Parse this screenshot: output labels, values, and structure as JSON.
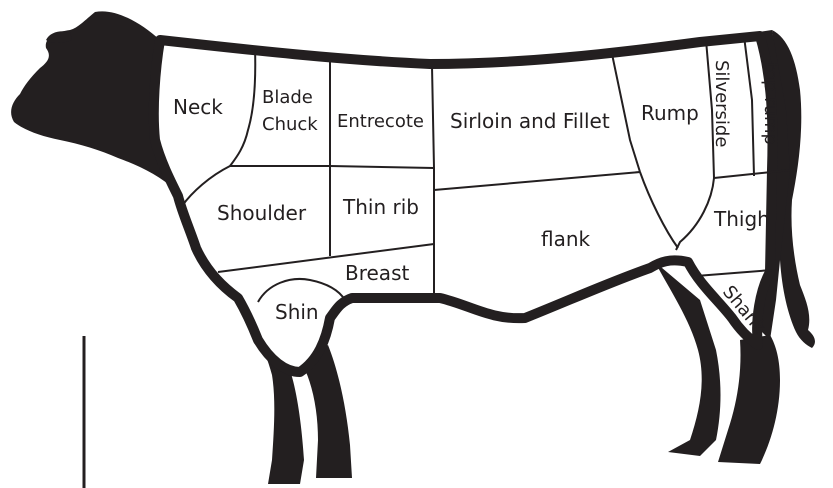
{
  "diagram": {
    "cuts": {
      "neck": "Neck",
      "blade_chuck_line1": "Blade",
      "blade_chuck_line2": "Chuck",
      "entrecote": "Entrecote",
      "sirloin_and_fillet": "Sirloin and Fillet",
      "rump": "Rump",
      "silverside": "Silverside",
      "top_rump": "top rump",
      "shoulder": "Shoulder",
      "thin_rib": "Thin rib",
      "flank": "flank",
      "thigh": "Thigh",
      "breast": "Breast",
      "shin": "Shin",
      "shank": "Shank"
    },
    "colors": {
      "silhouette": "#231f20",
      "background": "#ffffff"
    }
  }
}
